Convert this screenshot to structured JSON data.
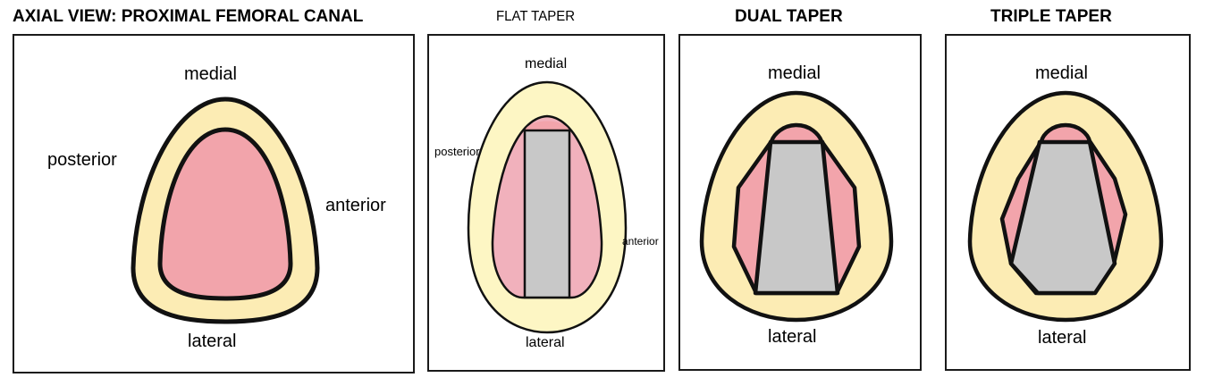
{
  "panels": [
    {
      "title": "AXIAL VIEW: PROXIMAL FEMORAL CANAL",
      "labels": {
        "medial": "medial",
        "lateral": "lateral",
        "posterior": "posterior",
        "anterior": "anterior"
      }
    },
    {
      "title": "FLAT TAPER",
      "labels": {
        "medial": "medial",
        "lateral": "lateral",
        "posterior": "posterior",
        "anterior": "anterior"
      }
    },
    {
      "title": "DUAL TAPER",
      "labels": {
        "medial": "medial",
        "lateral": "lateral"
      }
    },
    {
      "title": "TRIPLE TAPER",
      "labels": {
        "medial": "medial",
        "lateral": "lateral"
      }
    }
  ],
  "colors": {
    "cortex": "#fcecb4",
    "canal": "#f2a4ab",
    "canal_light": "#f1b1bc",
    "stem": "#c8c8c8",
    "outline": "#111111"
  }
}
